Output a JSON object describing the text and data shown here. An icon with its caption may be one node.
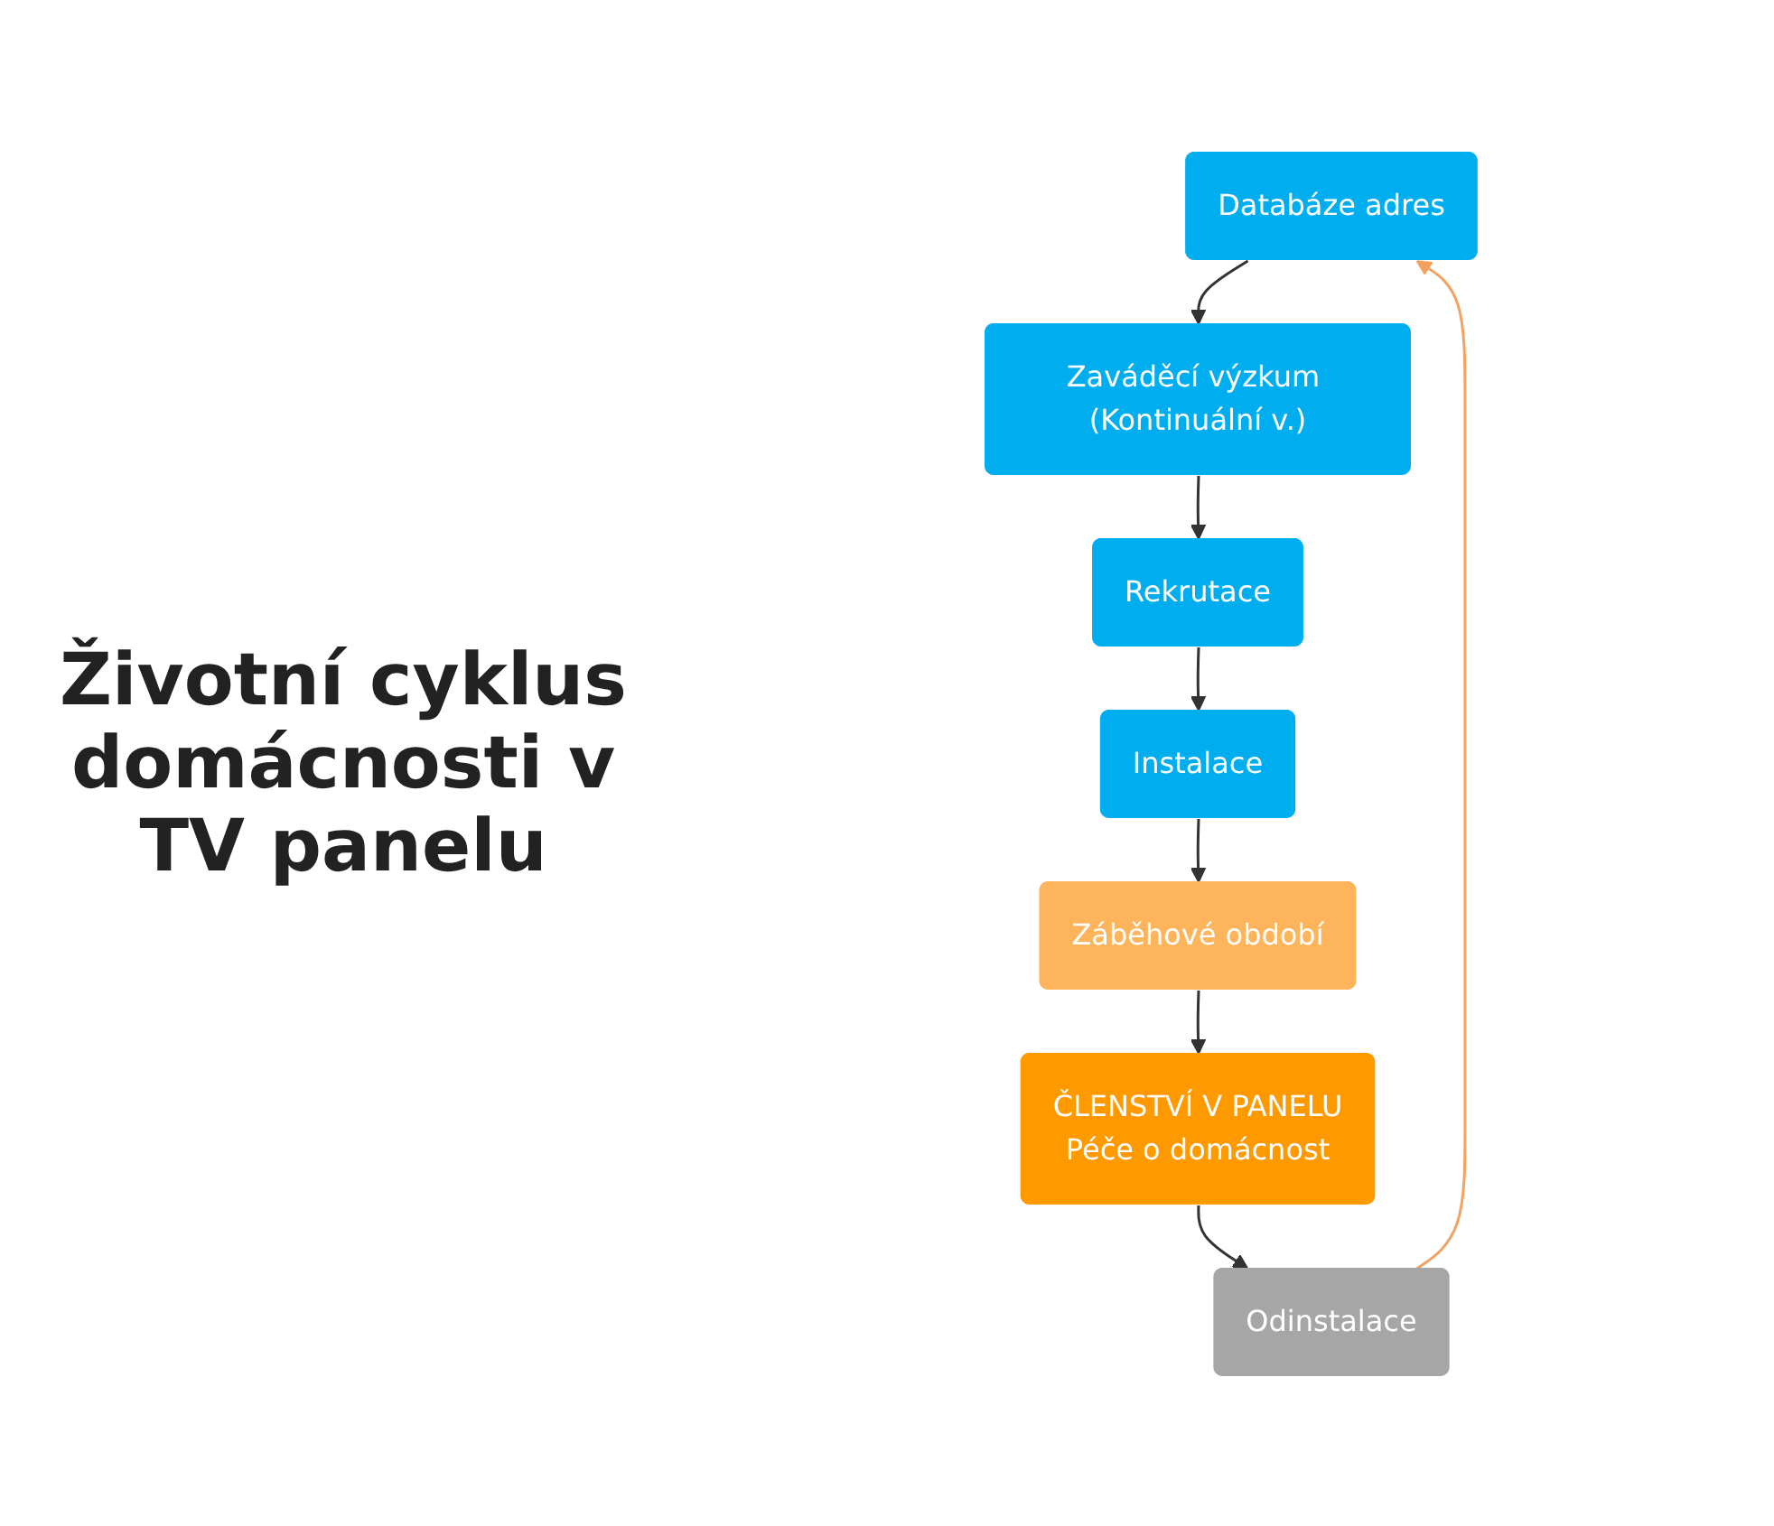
{
  "diagram": {
    "title": "Životní cyklus domácnosti v TV panelu",
    "nodes": [
      {
        "text": [
          "Databáze adres"
        ]
      },
      {
        "text": [
          "Zaváděcí výzkum (Kontinuální v.)"
        ]
      },
      {
        "text": [
          "Rekrutace"
        ]
      },
      {
        "text": [
          "Instalace"
        ]
      },
      {
        "text": [
          "Záběhové období"
        ]
      },
      {
        "text": [
          "ČLENSTVÍ V PANELU",
          "Péče o domácnost"
        ]
      },
      {
        "text": [
          "Odinstalace"
        ]
      }
    ],
    "edges": [
      {
        "from": 0,
        "to": 1,
        "arrow": "to"
      },
      {
        "from": 1,
        "to": 2,
        "arrow": "to"
      },
      {
        "from": 2,
        "to": 3,
        "arrow": "to"
      },
      {
        "from": 3,
        "to": 4,
        "arrow": "to"
      },
      {
        "from": 4,
        "to": 5,
        "arrow": "to"
      },
      {
        "from": 5,
        "to": 6,
        "arrow": "to"
      },
      {
        "from": 6,
        "to": 0,
        "arrow": "to",
        "color": "#f4a261"
      }
    ]
  }
}
